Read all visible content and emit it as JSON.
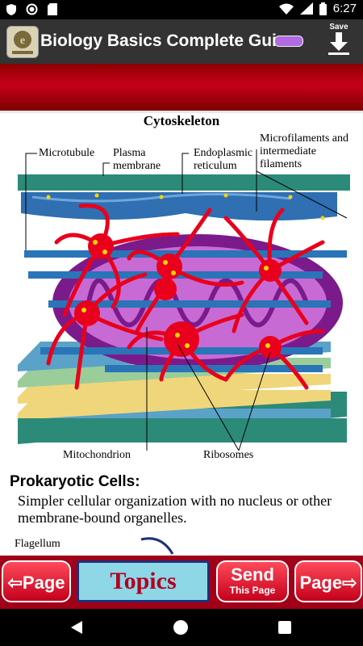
{
  "status_bar": {
    "time": "6:27"
  },
  "app_bar": {
    "title": "Biology Basics Complete Gui...",
    "save_label": "Save"
  },
  "figure": {
    "title": "Cytoskeleton",
    "labels": {
      "microtubule": "Microtubule",
      "plasma_membrane": "Plasma membrane",
      "endoplasmic_reticulum": "Endoplasmic reticulum",
      "microfilaments": "Microfilaments and intermediate filaments",
      "mitochondrion": "Mitochondrion",
      "ribosomes": "Ribosomes"
    }
  },
  "section": {
    "heading": "Prokaryotic Cells:",
    "body": "Simpler cellular organization with no nucleus or other membrane-bound organelles.",
    "figure_label": "Flagellum"
  },
  "bottom_nav": {
    "prev_label": "Page",
    "topics_label": "Topics",
    "send_label": "Send",
    "send_sub": "This Page",
    "next_label": "Page"
  },
  "colors": {
    "accent_red": "#c8001a",
    "topics_bg": "#8ed7e6"
  }
}
